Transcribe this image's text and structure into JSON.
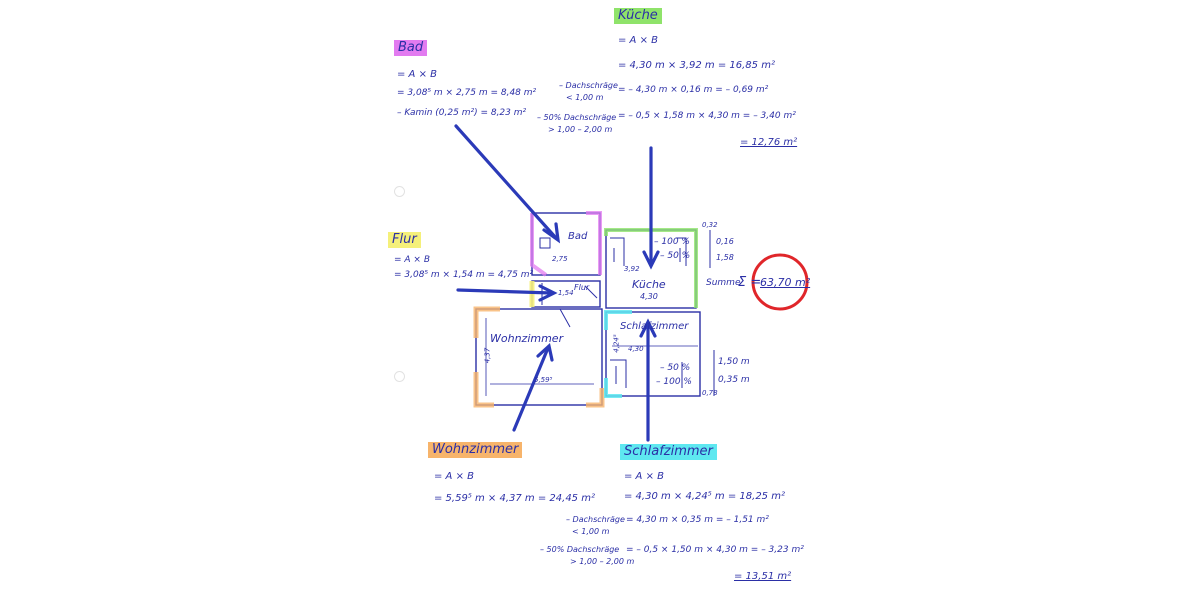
{
  "colors": {
    "ink": "#2b2fa6",
    "bad": "#e27bf0",
    "kueche": "#8fe36a",
    "flur": "#f5f07a",
    "wohnzimmer": "#f7b46b",
    "schlafzimmer": "#5ee8f0",
    "circle": "#e0262a"
  },
  "rooms": {
    "bad": {
      "title": "Bad",
      "lines": [
        "= A × B",
        "= 3,08⁵ m × 2,75 m = 8,48 m²",
        "– Kamin (0,25 m²) = 8,23 m²"
      ]
    },
    "kueche": {
      "title": "Küche",
      "lines": [
        "= A × B",
        "= 4,30 m × 3,92 m = 16,85 m²",
        "= – 4,30 m × 0,16 m = – 0,69 m²",
        "= – 0,5 × 1,58 m × 4,30 m = – 3,40 m²",
        "= 12,76 m²"
      ],
      "notes": [
        "– Dachschräge",
        "< 1,00 m",
        "– 50% Dachschräge",
        "> 1,00 – 2,00 m"
      ]
    },
    "flur": {
      "title": "Flur",
      "lines": [
        "= A × B",
        "= 3,08⁵ m × 1,54 m = 4,75 m²"
      ]
    },
    "wohnzimmer": {
      "title": "Wohnzimmer",
      "lines": [
        "= A × B",
        "= 5,59⁵ m × 4,37 m = 24,45 m²"
      ]
    },
    "schlafzimmer": {
      "title": "Schlafzimmer",
      "lines": [
        "= A × B",
        "= 4,30 m × 4,24⁵ m = 18,25 m²",
        "= 4,30 m × 0,35 m = – 1,51 m²",
        "= – 0,5 × 1,50 m × 4,30 m = – 3,23 m²",
        "= 13,51 m²"
      ],
      "notes": [
        "– Dachschräge",
        "< 1,00 m",
        "– 50% Dachschräge",
        "> 1,00 – 2,00 m"
      ]
    }
  },
  "plan": {
    "labels": {
      "bad": "Bad",
      "flur": "Flur",
      "kueche": "Küche",
      "wohnzimmer": "Wohnzimmer",
      "schlafzimmer": "Schlafzimmer",
      "kueche_dim": "4,30",
      "kueche_depth": "3,92",
      "bad_dim": "2,75",
      "flur_dim": "1,54",
      "wohn_width": "5,59⁵",
      "wohn_height": "4,37",
      "schlaf_dim": "4,30",
      "schlaf_depth": "4,24⁵",
      "pct_100_top": "– 100 %",
      "pct_50_top": "– 50 %",
      "pct_50_bottom": "– 50 %",
      "pct_100_bottom": "– 100 %"
    },
    "side_dims": [
      "0,32",
      "0,16",
      "1,58",
      "1,50 m",
      "0,35 m",
      "0,78"
    ],
    "summe_label": "Summe",
    "sigma": "Σ =",
    "total": "63,70 m²"
  }
}
